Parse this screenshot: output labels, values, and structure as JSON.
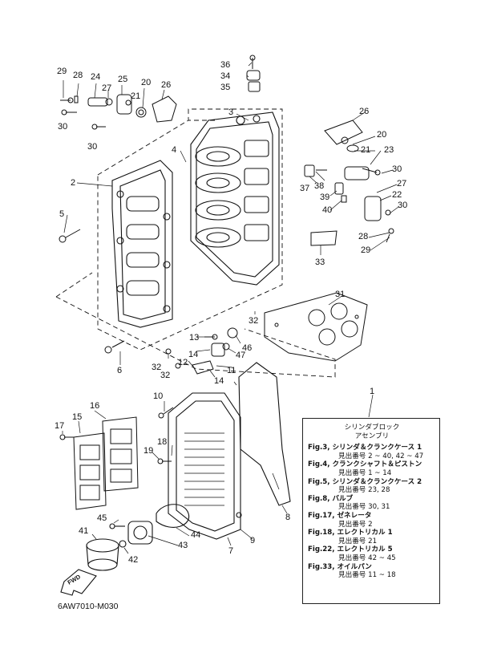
{
  "callouts": {
    "n1": "1",
    "n2": "2",
    "n3": "3",
    "n4": "4",
    "n5": "5",
    "n6": "6",
    "n7": "7",
    "n8": "8",
    "n9": "9",
    "n10": "10",
    "n11": "11",
    "n12": "12",
    "n13": "13",
    "n14a": "14",
    "n14b": "14",
    "n15": "15",
    "n16": "16",
    "n17": "17",
    "n18": "18",
    "n19": "19",
    "n20a": "20",
    "n20b": "20",
    "n21a": "21",
    "n21b": "21",
    "n22": "22",
    "n23": "23",
    "n24": "24",
    "n25": "25",
    "n26a": "26",
    "n26b": "26",
    "n27a": "27",
    "n27b": "27",
    "n28a": "28",
    "n28b": "28",
    "n29a": "29",
    "n29b": "29",
    "n30a": "30",
    "n30b": "30",
    "n30c": "30",
    "n30d": "30",
    "n31": "31",
    "n32a": "32",
    "n32b": "32",
    "n32c": "32",
    "n33": "33",
    "n34": "34",
    "n35": "35",
    "n36": "36",
    "n37": "37",
    "n38": "38",
    "n39": "39",
    "n40": "40",
    "n41": "41",
    "n42": "42",
    "n43": "43",
    "n44": "44",
    "n45": "45",
    "n46": "46",
    "n47": "47"
  },
  "legend": {
    "title1": "シリンダブロック",
    "title2": "アセンブリ",
    "lines": [
      {
        "fig": "Fig.3, シリンダ＆クランクケース 1",
        "sub": "見出番号 2 ~ 40, 42 ~ 47"
      },
      {
        "fig": "Fig.4, クランクシャフト＆ピストン",
        "sub": "見出番号 1 ~ 14"
      },
      {
        "fig": "Fig.5, シリンダ＆クランクケース 2",
        "sub": "見出番号 23, 28"
      },
      {
        "fig": "Fig.8, バルブ",
        "sub": "見出番号 30, 31"
      },
      {
        "fig": "Fig.17, ゼネレータ",
        "sub": "見出番号 2"
      },
      {
        "fig": "Fig.18, エレクトリカル 1",
        "sub": "見出番号 21"
      },
      {
        "fig": "Fig.22, エレクトリカル 5",
        "sub": "見出番号 42 ~ 45"
      },
      {
        "fig": "Fig.33, オイルパン",
        "sub": "見出番号 11 ~ 18"
      }
    ]
  },
  "fwd_label": "FWD",
  "footer_code": "6AW7010-M030"
}
